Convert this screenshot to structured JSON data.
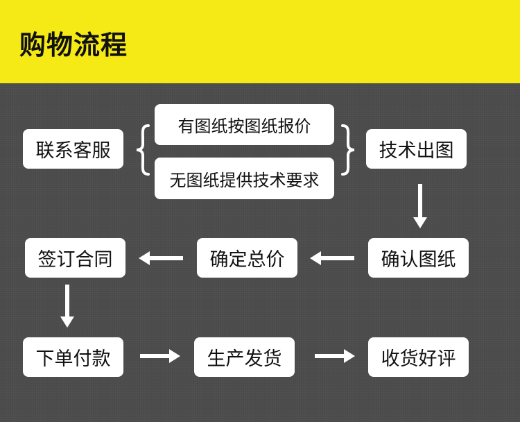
{
  "header": {
    "title": "购物流程"
  },
  "colors": {
    "header_bg": "#f5ea15",
    "background": "#4a4a4a",
    "box_bg": "#ffffff",
    "arrow": "#ffffff"
  },
  "steps": {
    "contact": "联系客服",
    "with_drawing": "有图纸按图纸报价",
    "without_drawing": "无图纸提供技术要求",
    "tech_drawing": "技术出图",
    "confirm_drawing": "确认图纸",
    "confirm_price": "确定总价",
    "sign_contract": "签订合同",
    "pay": "下单付款",
    "produce_ship": "生产发货",
    "review": "收货好评"
  },
  "icons": {
    "arrow": "arrow-icon",
    "brace": "brace-icon"
  }
}
